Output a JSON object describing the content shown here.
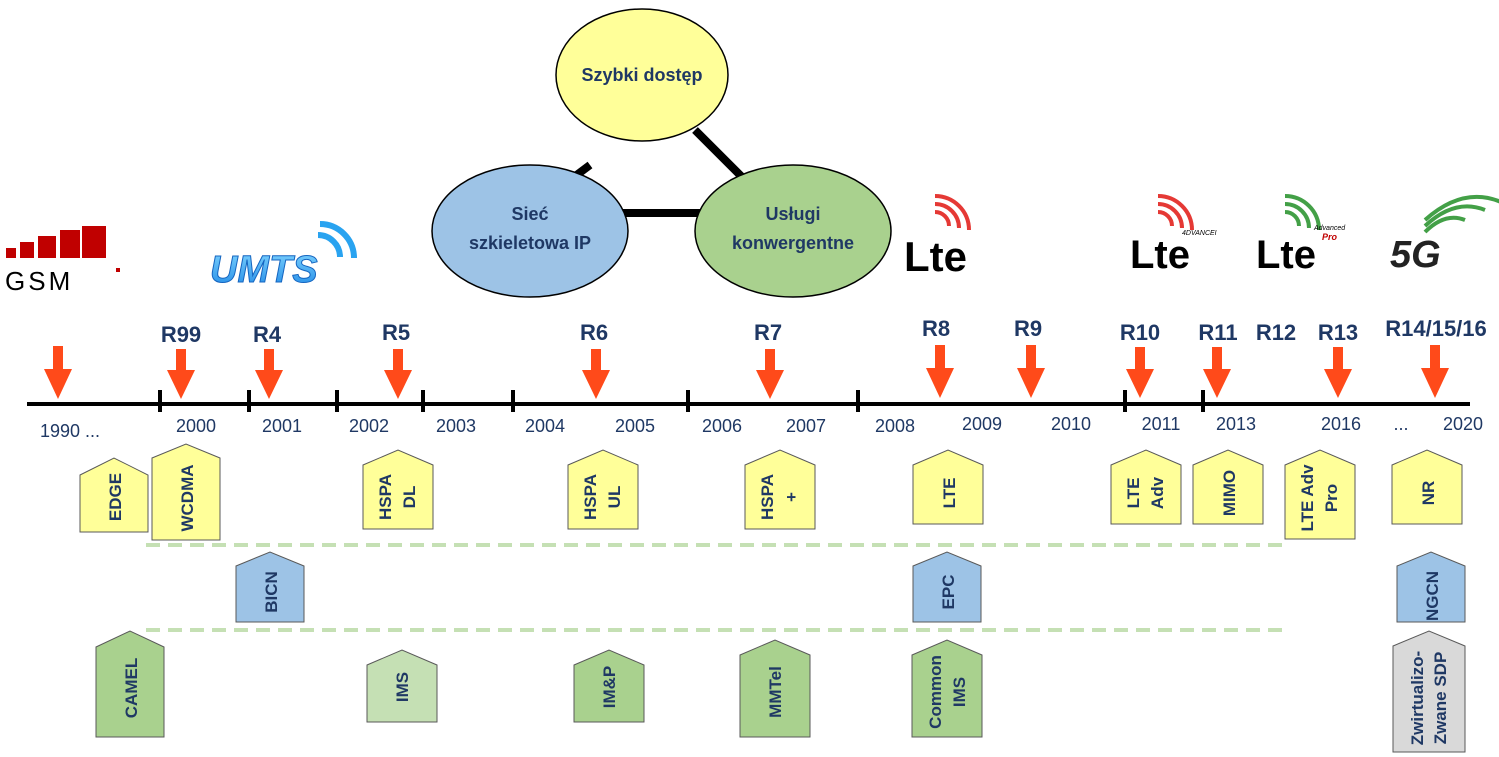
{
  "concept": {
    "fast_access": "Szybki dostęp",
    "core_line1": "Sieć",
    "core_line2": "szkieletowa IP",
    "services_line1": "Usługi",
    "services_line2": "konwergentne"
  },
  "logos": {
    "gsm": "GSM",
    "umts": "UMTS",
    "lte": "Lte",
    "lte_adv": "Lte",
    "lte_adv_sup": "4DVANCEI",
    "lte_pro": "Lte",
    "lte_pro_sup1": "Advanced",
    "lte_pro_sup2": "Pro",
    "g5": "5G"
  },
  "releases": [
    "R99",
    "R4",
    "R5",
    "R6",
    "R7",
    "R8",
    "R9",
    "R10",
    "R11",
    "R12",
    "R13",
    "R14/15/16"
  ],
  "years": [
    "1990 ...",
    "2000",
    "2001",
    "2002",
    "2003",
    "2004",
    "2005",
    "2006",
    "2007",
    "2008",
    "2009",
    "2010",
    "2011",
    "2013",
    "2016",
    "...",
    "2020"
  ],
  "access_row": [
    {
      "l1": "EDGE",
      "l2": ""
    },
    {
      "l1": "WCDMA",
      "l2": ""
    },
    {
      "l1": "HSPA",
      "l2": "DL"
    },
    {
      "l1": "HSPA",
      "l2": "UL"
    },
    {
      "l1": "HSPA",
      "l2": "+"
    },
    {
      "l1": "LTE",
      "l2": ""
    },
    {
      "l1": "LTE",
      "l2": "Adv"
    },
    {
      "l1": "MIMO",
      "l2": ""
    },
    {
      "l1": "LTE Adv",
      "l2": "Pro"
    },
    {
      "l1": "NR",
      "l2": ""
    }
  ],
  "core_row": [
    {
      "l1": "BICN",
      "l2": ""
    },
    {
      "l1": "EPC",
      "l2": ""
    },
    {
      "l1": "NGCN",
      "l2": ""
    }
  ],
  "services_row": [
    {
      "l1": "CAMEL",
      "l2": ""
    },
    {
      "l1": "IMS",
      "l2": ""
    },
    {
      "l1": "IM&P",
      "l2": ""
    },
    {
      "l1": "MMTel",
      "l2": ""
    },
    {
      "l1": "Common",
      "l2": "IMS"
    },
    {
      "l1": "Zwirtualizo-",
      "l2": "Zwane SDP"
    }
  ],
  "colors": {
    "access": "#ffff99",
    "core": "#9dc3e6",
    "services": "#a9d18e",
    "services_light": "#c5e0b4",
    "sdp": "#d9d9d9",
    "arrow": "#ff4a1a",
    "text": "#1f3864",
    "dashed": "#c5e0b4"
  }
}
